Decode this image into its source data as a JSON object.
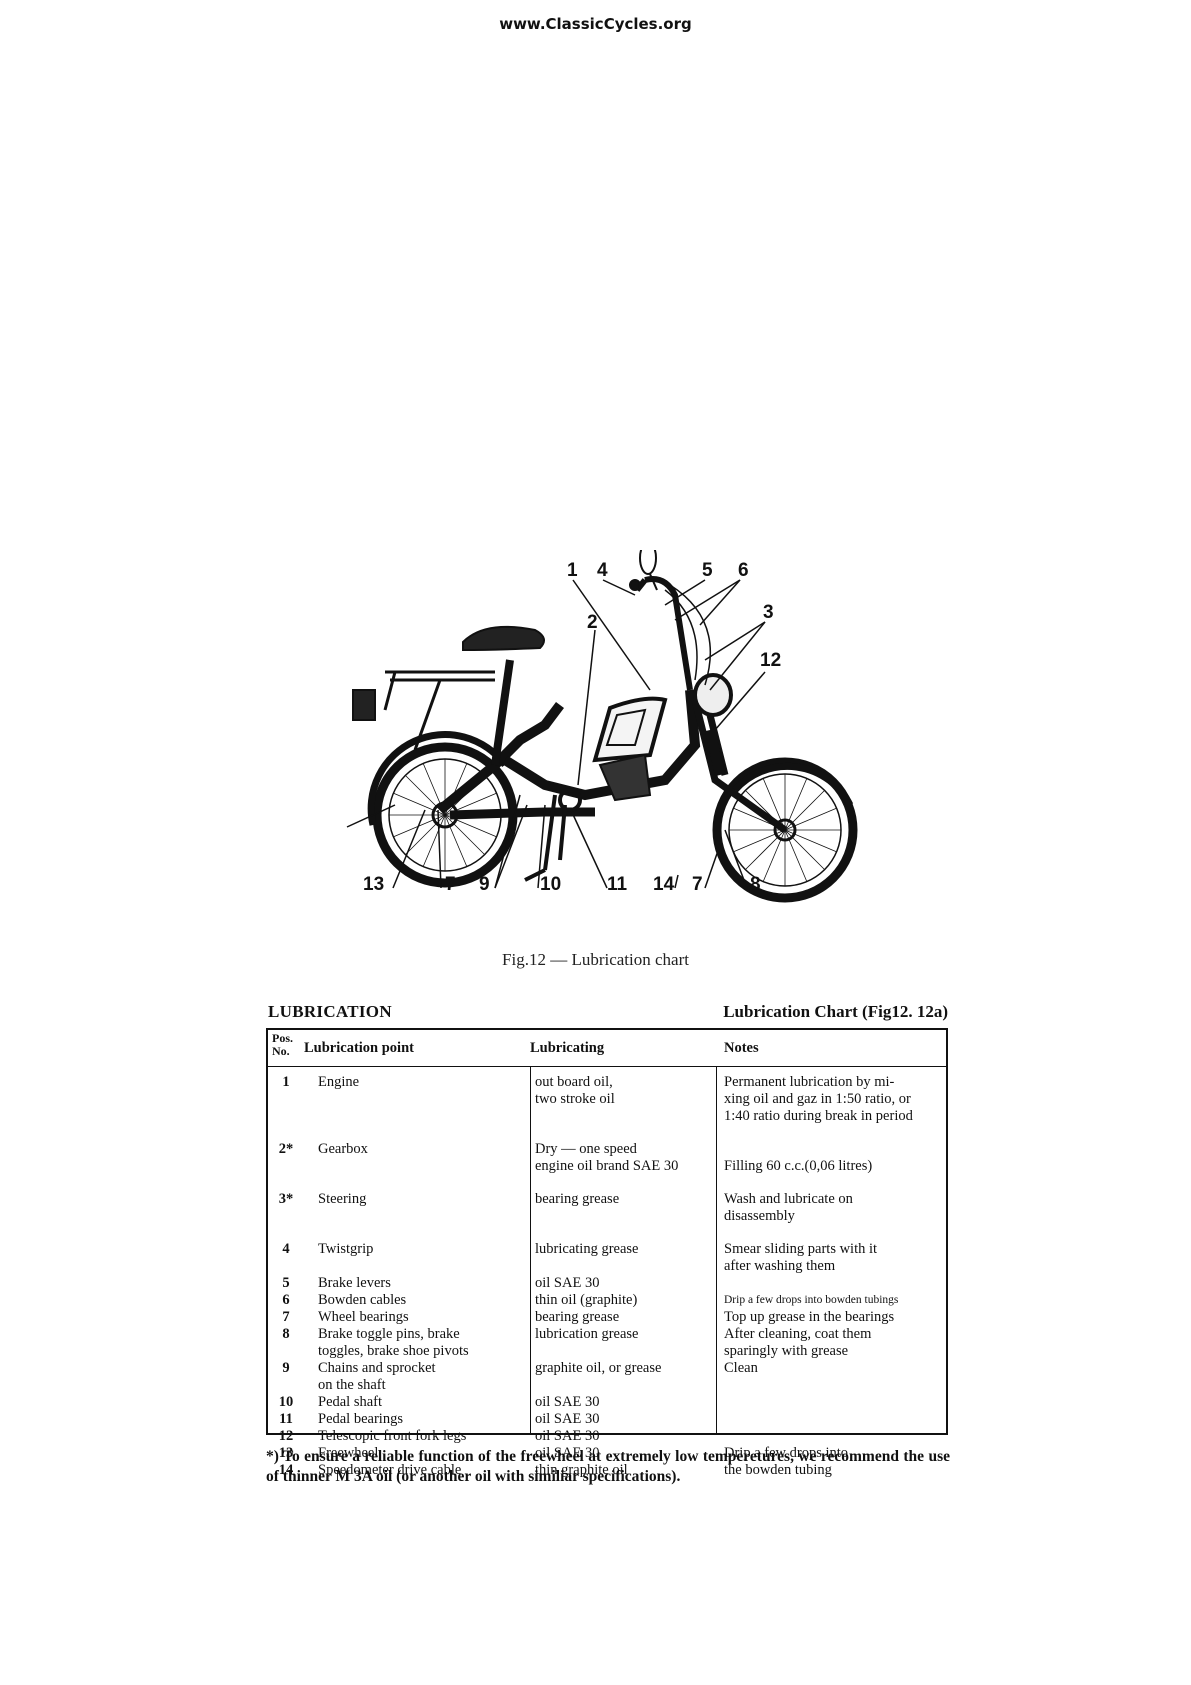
{
  "header": {
    "site_url": "www.ClassicCycles.org"
  },
  "figure": {
    "callouts": [
      "1",
      "4",
      "5",
      "6",
      "3",
      "2",
      "12",
      "8",
      "13",
      "7",
      "9",
      "10",
      "11",
      "14",
      "7",
      "8"
    ],
    "caption": "Fig.12 — Lubrication chart"
  },
  "section": {
    "title": "LUBRICATION",
    "chart_title": "Lubrication Chart (Fig12. 12a)"
  },
  "table": {
    "headers": {
      "pos": "Pos. No.",
      "point": "Lubrication point",
      "lubricating": "Lubricating",
      "notes": "Notes"
    },
    "rows": [
      {
        "no": "1",
        "point": [
          "Engine"
        ],
        "lubricating": [
          "out board oil,",
          "two stroke oil"
        ],
        "notes": [
          "Permanent lubrication by mi-",
          "xing oil and gaz in 1:50 ratio, or",
          "1:40 ratio during break in period"
        ],
        "small_notes": false
      },
      {
        "no": "2*",
        "point": [
          "Gearbox"
        ],
        "lubricating": [
          "Dry — one speed",
          "engine oil brand SAE 30"
        ],
        "notes": [
          "",
          "Filling 60 c.c.(0,06 litres)"
        ],
        "small_notes": false
      },
      {
        "no": "3*",
        "point": [
          "Steering"
        ],
        "lubricating": [
          "bearing grease"
        ],
        "notes": [
          "Wash and lubricate on",
          "disassembly"
        ],
        "small_notes": false
      },
      {
        "no": "4",
        "point": [
          "Twistgrip"
        ],
        "lubricating": [
          "lubricating grease"
        ],
        "notes": [
          "Smear sliding parts with it",
          "after washing them"
        ],
        "small_notes": false
      },
      {
        "no": "5",
        "point": [
          "Brake levers"
        ],
        "lubricating": [
          "oil SAE 30"
        ],
        "notes": [
          ""
        ],
        "small_notes": false
      },
      {
        "no": "6",
        "point": [
          "Bowden cables"
        ],
        "lubricating": [
          "thin oil (graphite)"
        ],
        "notes": [
          "Drip a few drops into bowden tubings"
        ],
        "small_notes": true
      },
      {
        "no": "7",
        "point": [
          "Wheel bearings"
        ],
        "lubricating": [
          "bearing grease"
        ],
        "notes": [
          "Top up grease in the bearings"
        ],
        "small_notes": false
      },
      {
        "no": "8",
        "point": [
          "Brake toggle pins, brake",
          "toggles, brake shoe pivots"
        ],
        "lubricating": [
          "lubrication grease"
        ],
        "notes": [
          "After cleaning, coat them",
          "sparingly with grease"
        ],
        "small_notes": false
      },
      {
        "no": "9",
        "point": [
          "Chains and sprocket",
          "on the shaft"
        ],
        "lubricating": [
          "graphite oil, or grease"
        ],
        "notes": [
          "Clean"
        ],
        "small_notes": false
      },
      {
        "no": "10",
        "point": [
          "Pedal shaft"
        ],
        "lubricating": [
          "oil SAE 30"
        ],
        "notes": [
          ""
        ],
        "small_notes": false
      },
      {
        "no": "11",
        "point": [
          "Pedal bearings"
        ],
        "lubricating": [
          "oil SAE 30"
        ],
        "notes": [
          ""
        ],
        "small_notes": false
      },
      {
        "no": "12",
        "point": [
          "Telescopic front fork legs"
        ],
        "lubricating": [
          "oil SAE 30"
        ],
        "notes": [
          ""
        ],
        "small_notes": false
      },
      {
        "no": "13",
        "point": [
          "Freewheel"
        ],
        "lubricating": [
          "oil SAE 30"
        ],
        "notes": [
          "Drip a few drops into"
        ],
        "small_notes": false
      },
      {
        "no": "14",
        "point": [
          "Speedometer drive cable"
        ],
        "lubricating": [
          "thin graphite oil"
        ],
        "notes": [
          "the bowden tubing"
        ],
        "small_notes": false
      }
    ]
  },
  "footnote": "*) To ensure a reliable function of the freewheel at extremely low temperetures, we recommend the use of thinner M 3A oil (or another oil with similiar specifications)."
}
